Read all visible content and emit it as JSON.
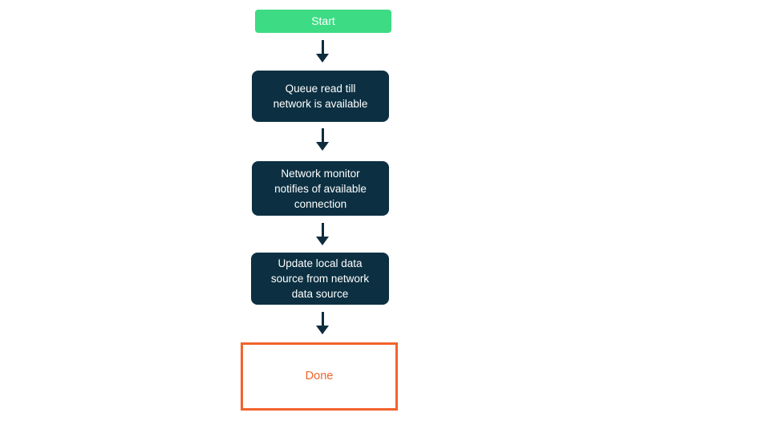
{
  "diagram": {
    "type": "flowchart",
    "direction": "top-down",
    "colors": {
      "background": "#ffffff",
      "start_fill": "#3ddc84",
      "process_fill": "#0c3042",
      "node_text": "#ffffff",
      "terminal_border": "#f3632c",
      "terminal_text": "#f3632c",
      "arrow": "#0e2c3e"
    },
    "nodes": [
      {
        "id": "start",
        "kind": "start",
        "label": "Start",
        "lines": [
          "Start"
        ]
      },
      {
        "id": "queue-read",
        "kind": "process",
        "label": "Queue read till network is available",
        "lines": [
          "Queue read till",
          "network is available"
        ]
      },
      {
        "id": "network-monitor",
        "kind": "process",
        "label": "Network monitor notifies of available connection",
        "lines": [
          "Network monitor",
          "notifies of available",
          "connection"
        ]
      },
      {
        "id": "update-local",
        "kind": "process",
        "label": "Update local data source from network data source",
        "lines": [
          "Update local data",
          "source from network",
          "data source"
        ]
      },
      {
        "id": "done",
        "kind": "terminal",
        "label": "Done",
        "lines": [
          "Done"
        ]
      }
    ],
    "edges": [
      {
        "from": "start",
        "to": "queue-read"
      },
      {
        "from": "queue-read",
        "to": "network-monitor"
      },
      {
        "from": "network-monitor",
        "to": "update-local"
      },
      {
        "from": "update-local",
        "to": "done"
      }
    ]
  }
}
